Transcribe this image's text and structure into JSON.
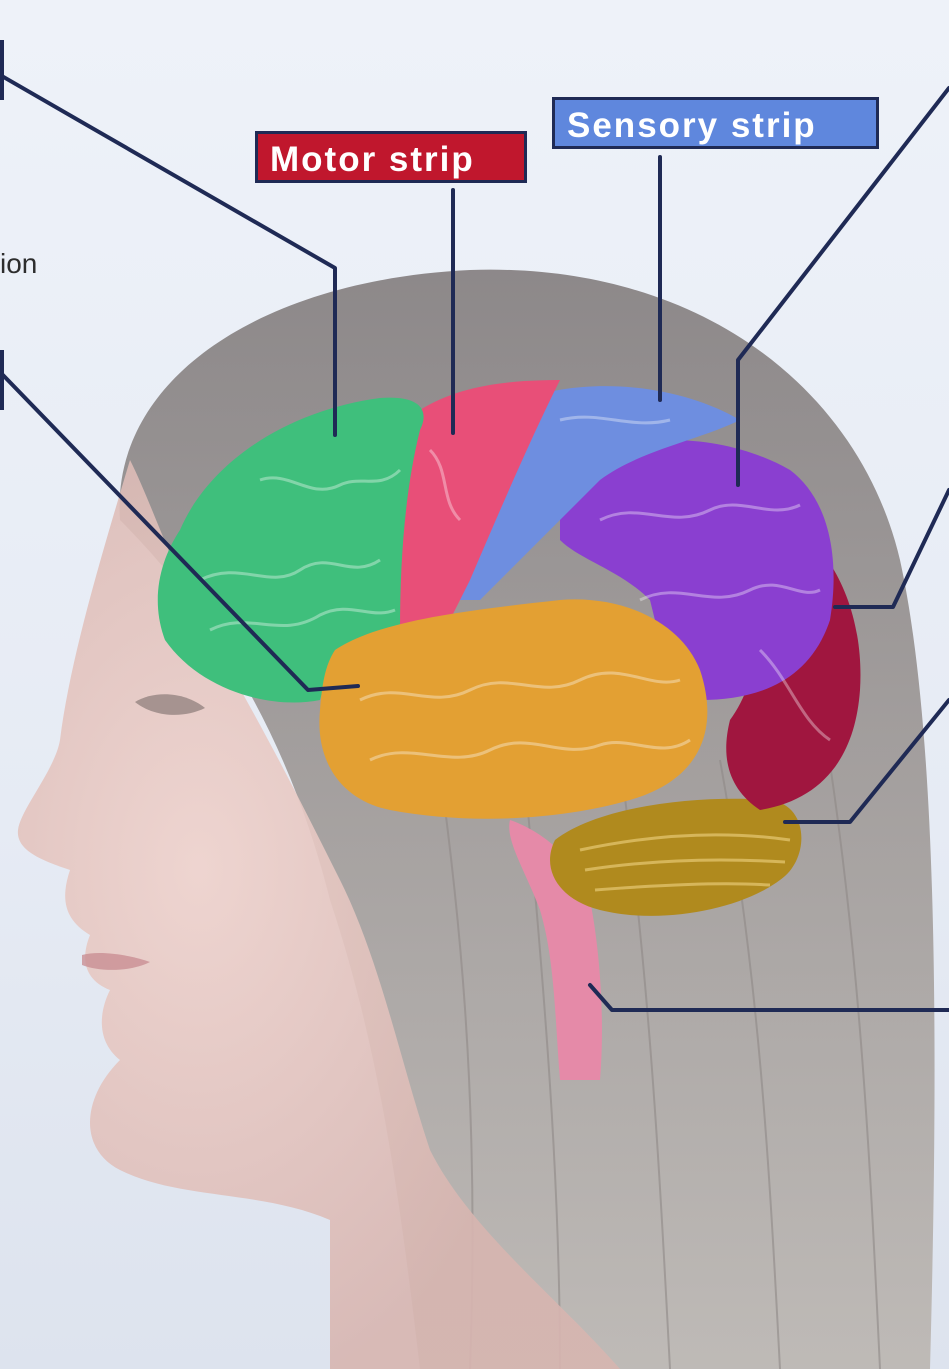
{
  "labels": {
    "motor_strip": "Motor strip",
    "sensory_strip": "Sensory strip",
    "left_fragment": "ion"
  },
  "colors": {
    "motor_strip": "#c0172d",
    "sensory_strip": "#5f87dd",
    "frontal_lobe": "#3fbf7c",
    "motor_cortex": "#e84f78",
    "sensory_cortex": "#6e8ee0",
    "parietal_lobe": "#8a3fd0",
    "occipital_lobe": "#a0163f",
    "temporal_lobe": "#e3a033",
    "cerebellum": "#b08a1e",
    "brain_stem": "#e58aa8",
    "leader_lines": "#1f2a55"
  }
}
